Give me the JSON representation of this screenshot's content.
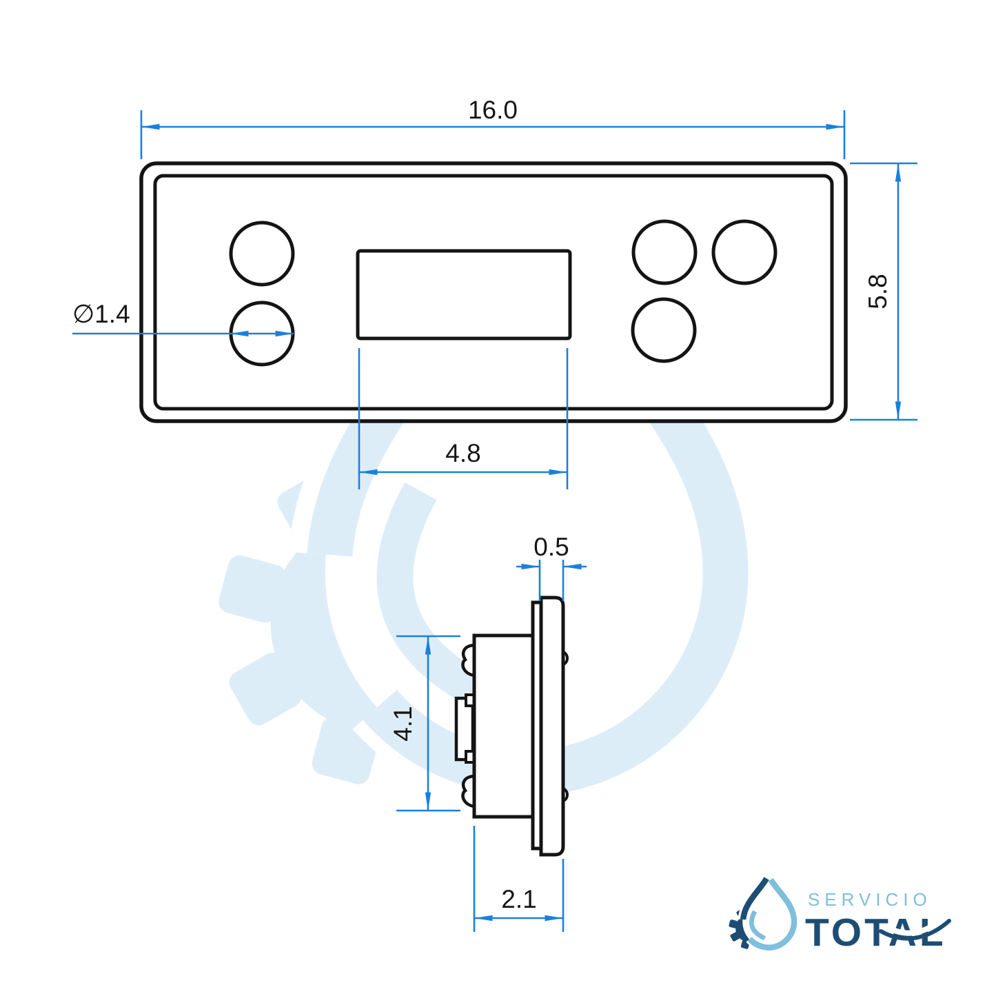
{
  "dimensions": {
    "overall_width": "16.0",
    "overall_height": "5.8",
    "hole_diameter": "∅1.4",
    "display_width": "4.8",
    "faceplate_thickness": "0.5",
    "body_height": "4.1",
    "overall_depth": "2.1"
  },
  "logo": {
    "servicio": "SERVICIO",
    "total": "TOTAL"
  },
  "icons": {
    "logo_mark": "water-drop-gear-icon",
    "watermark": "water-drop-gear-watermark"
  },
  "colors": {
    "dimension_line": "#1b80dc",
    "drawing_line": "#141414",
    "logo_navy": "#1d4d74",
    "logo_light_blue": "#7fbedc",
    "watermark_blue": "#ddedf8"
  }
}
